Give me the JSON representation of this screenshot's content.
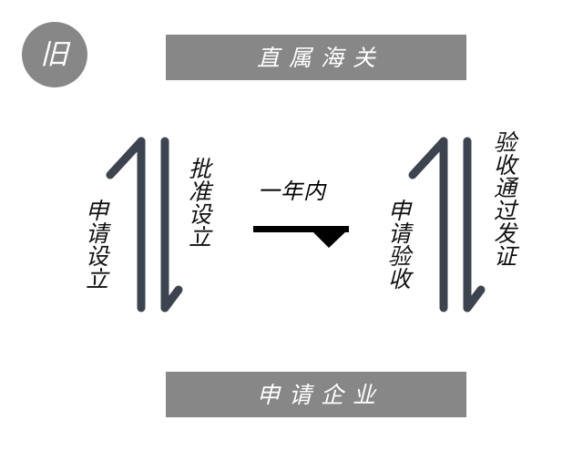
{
  "diagram": {
    "badge": {
      "label": "旧",
      "icon": "old-version-badge-icon",
      "fill": "#878787",
      "text_color": "#ffffff"
    },
    "lanes": [
      {
        "id": "customs",
        "label": "直属海关",
        "position": "top",
        "fill": "#878787",
        "text_color": "#ffffff"
      },
      {
        "id": "enterprise",
        "label": "申请企业",
        "position": "bottom",
        "fill": "#878787",
        "text_color": "#ffffff"
      }
    ],
    "flows": [
      {
        "id": "apply-setup",
        "label": "申请设立",
        "direction": "up",
        "from": "申请企业",
        "to": "直属海关",
        "stroke": "#3d4450"
      },
      {
        "id": "approve-setup",
        "label": "批准设立",
        "direction": "down",
        "from": "直属海关",
        "to": "申请企业",
        "stroke": "#3d4450"
      },
      {
        "id": "apply-acceptance",
        "label": "申请验收",
        "direction": "up",
        "from": "申请企业",
        "to": "直属海关",
        "stroke": "#3d4450"
      },
      {
        "id": "issue-certificate",
        "label": "验收通过发证",
        "direction": "down",
        "from": "直属海关",
        "to": "申请企业",
        "stroke": "#3d4450"
      }
    ],
    "center": {
      "label": "一年内",
      "arrow_direction": "right",
      "arrow_color": "#000000"
    }
  }
}
